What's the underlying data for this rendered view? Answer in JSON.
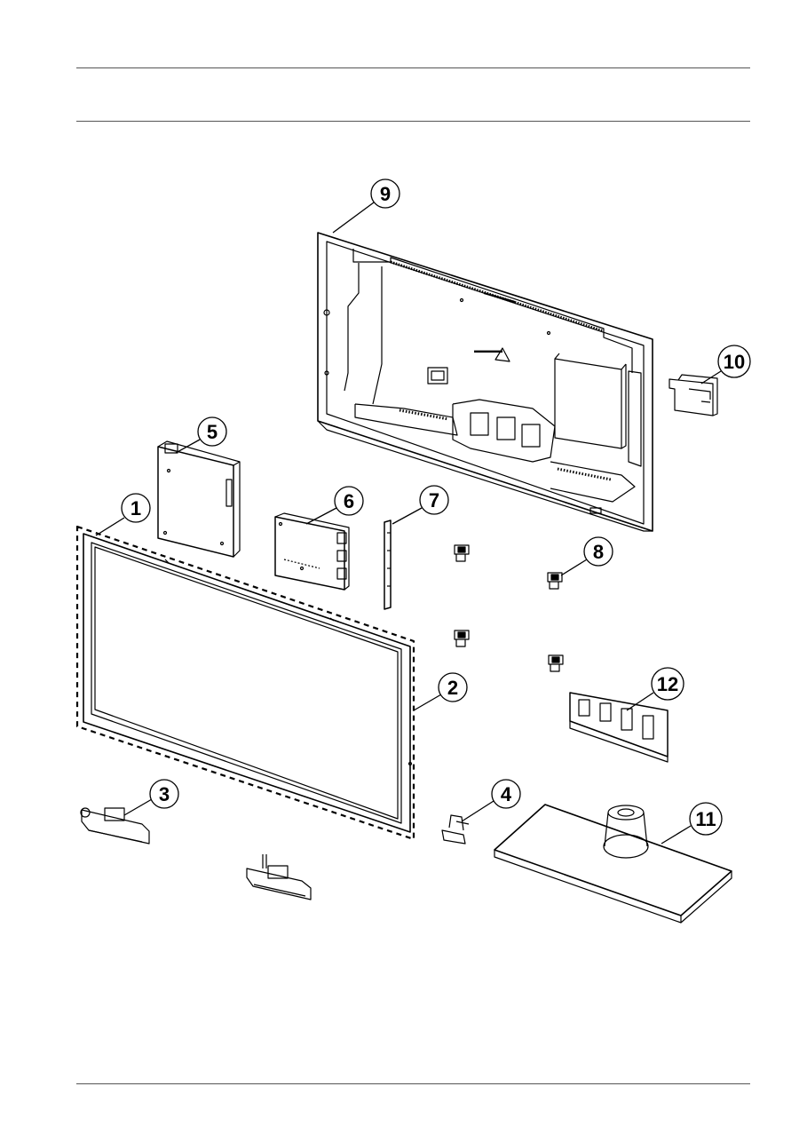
{
  "page": {
    "background": "#ffffff",
    "line_color": "#000000"
  },
  "callouts": {
    "c1": "1",
    "c2": "2",
    "c3": "3",
    "c4": "4",
    "c5": "5",
    "c6": "6",
    "c7": "7",
    "c8": "8",
    "c9": "9",
    "c10": "10",
    "c11": "11",
    "c12": "12"
  },
  "parts": [
    {
      "id": "lcd-panel-assembly",
      "callout": "1"
    },
    {
      "id": "front-bezel",
      "callout": "2"
    },
    {
      "id": "speaker",
      "callout": "3"
    },
    {
      "id": "stand-bracket",
      "callout": "4"
    },
    {
      "id": "power-board",
      "callout": "5"
    },
    {
      "id": "main-board",
      "callout": "6"
    },
    {
      "id": "function-key-board",
      "callout": "7"
    },
    {
      "id": "holder-clip",
      "callout": "8"
    },
    {
      "id": "rear-cover",
      "callout": "9"
    },
    {
      "id": "jack-cover",
      "callout": "10"
    },
    {
      "id": "stand-base",
      "callout": "11"
    },
    {
      "id": "stand-guide",
      "callout": "12"
    }
  ]
}
